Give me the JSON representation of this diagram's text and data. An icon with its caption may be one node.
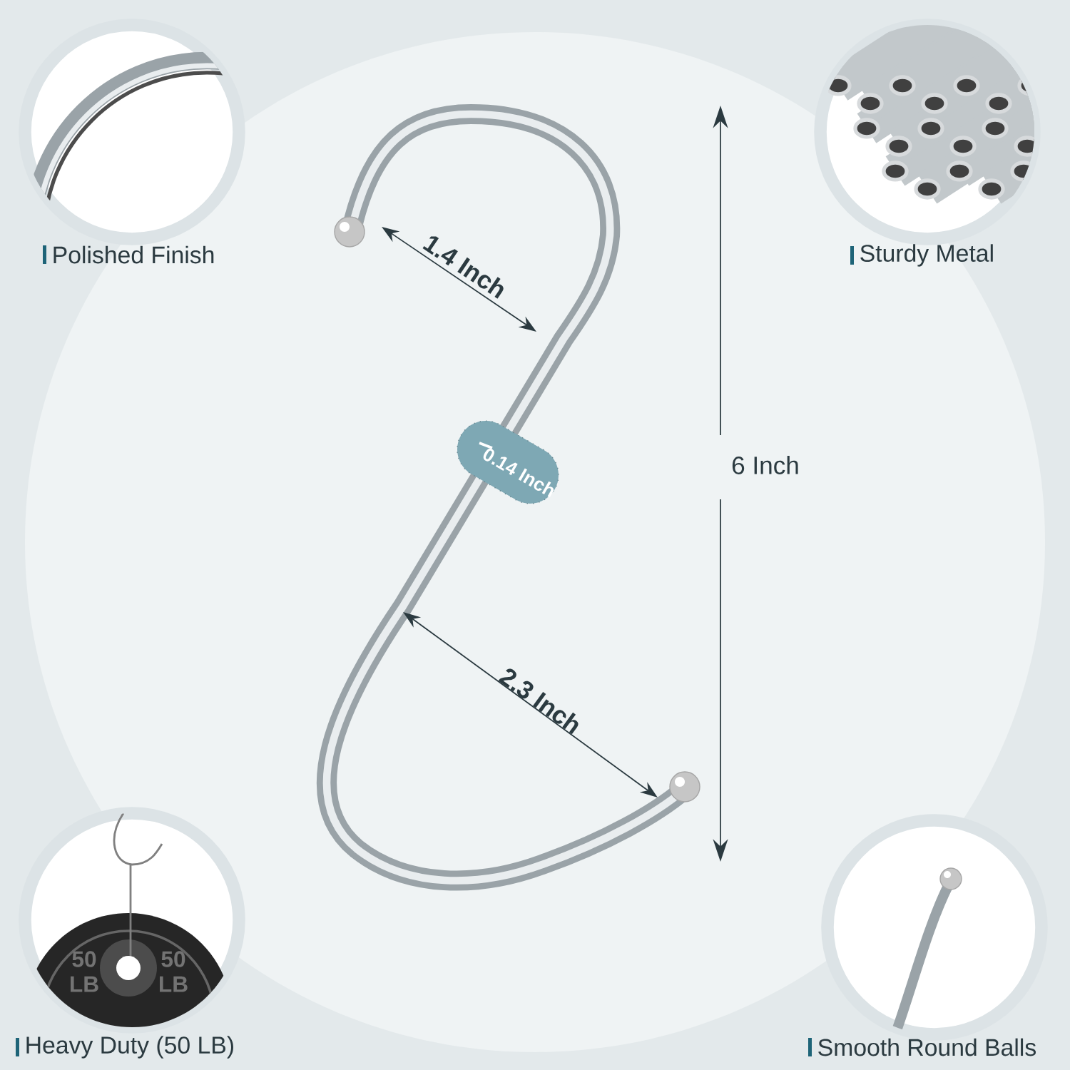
{
  "diagram": {
    "labels": [
      "Polished Finish",
      "Sturdy Metal",
      "Heavy Duty (50 LB)",
      "Smooth Round Balls",
      "1.4 Inch",
      "0.14 Inch",
      "2.3 Inch",
      "6 Inch",
      "50 LB",
      "50 LB"
    ]
  }
}
